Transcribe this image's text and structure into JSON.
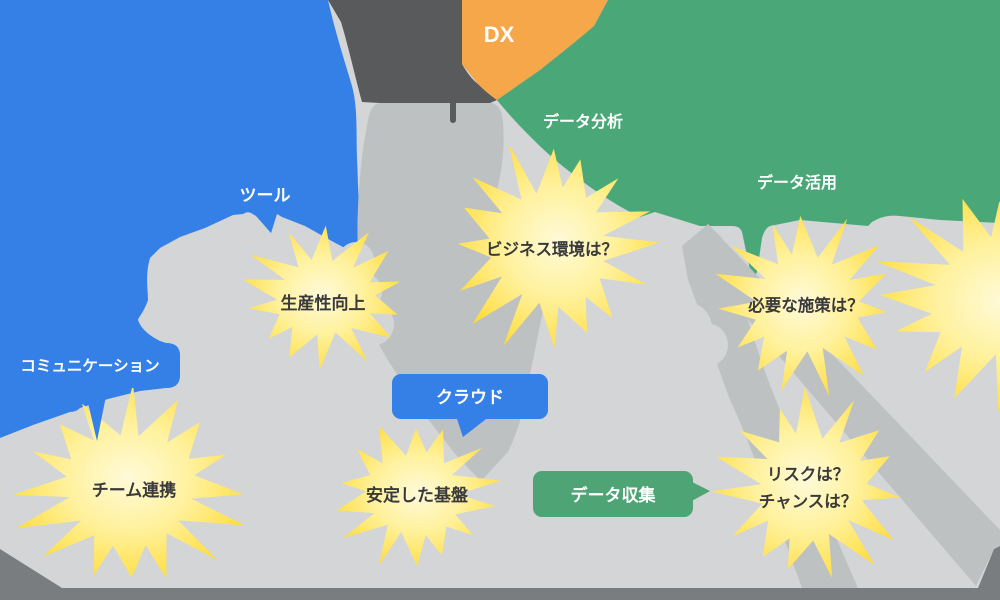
{
  "diagram": {
    "regions": {
      "dx": {
        "label": "DX"
      },
      "tool": {
        "label": "ツール"
      },
      "communication": {
        "label": "コミュニケーション"
      },
      "data_analysis": {
        "label": "データ分析"
      },
      "data_utilization": {
        "label": "データ活用"
      }
    },
    "bubbles": {
      "cloud": {
        "label": "クラウド"
      },
      "data_collection": {
        "label": "データ収集"
      }
    },
    "bursts": {
      "productivity": {
        "label": "生産性向上"
      },
      "business_environment": {
        "label": "ビジネス環境は？"
      },
      "required_measures": {
        "label": "必要な施策は？"
      },
      "team_collaboration": {
        "label": "チーム連携"
      },
      "stable_foundation": {
        "label": "安定した基盤"
      },
      "risk_chance": {
        "line1": "リスクは？",
        "line2": "チャンスは？"
      }
    },
    "colors": {
      "blue": "#3580E6",
      "green": "#4AA878",
      "green_bubble": "#4EA474",
      "orange": "#F6A74A",
      "dark_gray": "#595A5C",
      "medium_gray": "#BEC1C2",
      "light_gray": "#D3D5D6",
      "floor_gray": "#7A7D7F",
      "burst_edge": "#FFD41E",
      "burst_center": "#FFFAD9",
      "burst_text": "#3A3A3A"
    }
  }
}
